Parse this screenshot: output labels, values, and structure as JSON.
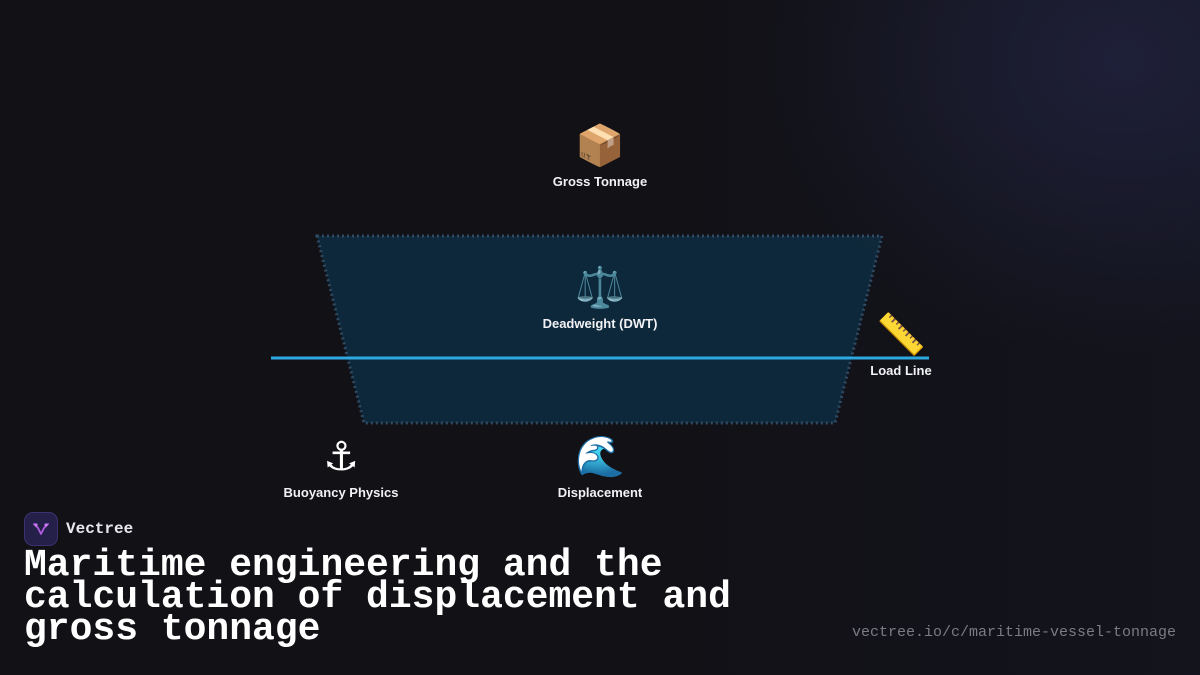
{
  "brand": {
    "name": "Vectree"
  },
  "title": "Maritime engineering and the calculation of displacement and gross tonnage",
  "url": "vectree.io/c/maritime-vessel-tonnage",
  "colors": {
    "hull_fill": "#0f2a3d",
    "hull_outline": "#2f4a63",
    "load_line": "#2ea8e0",
    "logo_accent": "#b05ce0"
  },
  "nodes": {
    "gross_tonnage": {
      "icon": "package-icon",
      "emoji": "📦",
      "label": "Gross Tonnage"
    },
    "deadweight": {
      "icon": "scales-icon",
      "emoji": "⚖️",
      "label": "Deadweight (DWT)"
    },
    "load_line": {
      "icon": "ruler-icon",
      "emoji": "📏",
      "label": "Load Line"
    },
    "buoyancy": {
      "icon": "anchor-icon",
      "emoji": "⚓",
      "label": "Buoyancy Physics"
    },
    "displacement": {
      "icon": "wave-icon",
      "emoji": "🌊",
      "label": "Displacement"
    }
  }
}
